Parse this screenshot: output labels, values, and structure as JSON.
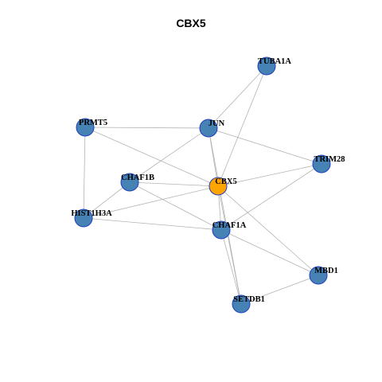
{
  "title": "CBX5",
  "colors": {
    "node_fill": "#4682b4",
    "node_border": "#1f3fbf",
    "hub_fill": "#ffa500",
    "edge": "#b3b3b3"
  },
  "nodes": [
    {
      "id": "TUBA1A",
      "label": "TUBA1A",
      "hub": false
    },
    {
      "id": "PRMT5",
      "label": "PRMT5",
      "hub": false
    },
    {
      "id": "JUN",
      "label": "JUN",
      "hub": false
    },
    {
      "id": "TRIM28",
      "label": "TRIM28",
      "hub": false
    },
    {
      "id": "CHAF1B",
      "label": "CHAF1B",
      "hub": false
    },
    {
      "id": "CBX5",
      "label": "CBX5",
      "hub": true
    },
    {
      "id": "HIST1H3A",
      "label": "HIST1H3A",
      "hub": false
    },
    {
      "id": "CHAF1A",
      "label": "CHAF1A",
      "hub": false
    },
    {
      "id": "MBD1",
      "label": "MBD1",
      "hub": false
    },
    {
      "id": "SETDB1",
      "label": "SETDB1",
      "hub": false
    }
  ],
  "edges": [
    [
      "TUBA1A",
      "JUN"
    ],
    [
      "TUBA1A",
      "CBX5"
    ],
    [
      "PRMT5",
      "JUN"
    ],
    [
      "PRMT5",
      "CBX5"
    ],
    [
      "PRMT5",
      "HIST1H3A"
    ],
    [
      "JUN",
      "CHAF1B"
    ],
    [
      "JUN",
      "CBX5"
    ],
    [
      "JUN",
      "TRIM28"
    ],
    [
      "JUN",
      "SETDB1"
    ],
    [
      "CHAF1B",
      "CBX5"
    ],
    [
      "CHAF1B",
      "HIST1H3A"
    ],
    [
      "CHAF1B",
      "CHAF1A"
    ],
    [
      "CBX5",
      "HIST1H3A"
    ],
    [
      "CBX5",
      "TRIM28"
    ],
    [
      "CBX5",
      "CHAF1A"
    ],
    [
      "CBX5",
      "MBD1"
    ],
    [
      "CBX5",
      "SETDB1"
    ],
    [
      "HIST1H3A",
      "CHAF1A"
    ],
    [
      "TRIM28",
      "CHAF1A"
    ],
    [
      "CHAF1A",
      "MBD1"
    ],
    [
      "CHAF1A",
      "SETDB1"
    ],
    [
      "MBD1",
      "SETDB1"
    ]
  ]
}
